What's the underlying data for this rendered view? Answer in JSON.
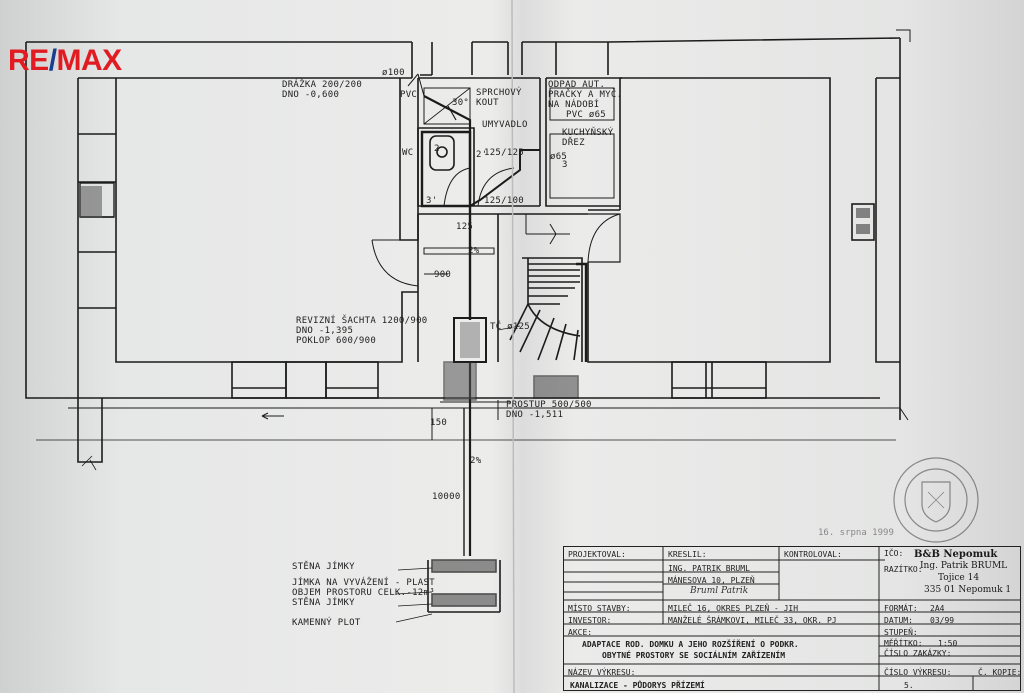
{
  "logo": {
    "re": "RE",
    "slash": "/",
    "max": "MAX"
  },
  "labels": {
    "drazka": "DRÁŽKA 200/200",
    "dno600": "DNO -0,600",
    "d100": "ø100",
    "pvc": "PVC",
    "deg30": "30°",
    "sprchovy": "SPRCHOVÝ",
    "kout": "KOUT",
    "umyvadlo": "UMYVADLO",
    "odpad1": "ODPAD AUT.",
    "odpad2": "PRAČKY A MYČ.",
    "odpad3": "NA NÁDOBÍ",
    "pvc65": "PVC ø65",
    "kuchynsky": "KUCHYŇSKÝ",
    "drez": "DŘEZ",
    "wc": "WC",
    "pipe125": "125/125",
    "pipe125b": "125/100",
    "n65": "ø65",
    "n3": "3",
    "n3b": "3'",
    "n2": "2",
    "n2b": "2'",
    "n125": "125",
    "n900": "900",
    "grade": "2%",
    "revizni": "REVIZNÍ ŠACHTA 1200/900",
    "dno1395": "DNO -1,395",
    "poklop": "POKLOP 600/900",
    "tc": "TČ ø125",
    "prostup": "PROSTUP 500/500",
    "dno1511": "DNO -1,511",
    "n150": "150",
    "n10000": "10000",
    "grade2": "2%",
    "stena1": "STĚNA JÍMKY",
    "jimka1": "JÍMKA NA VYVÁŽENÍ - PLAST",
    "jimka2": "OBJEM PROSTORU CELK.-12m³",
    "stena2": "STĚNA JÍMKY",
    "plot": "KAMENNÝ PLOT"
  },
  "title_block": {
    "projektoval": "PROJEKTOVAL:",
    "kreslil": "KRESLIL:",
    "kontroloval": "KONTROLOVAL:",
    "ico": "IČO:",
    "razitko": "RAZÍTKO:",
    "author1": "ING. PATRIK BRUML",
    "author2": "MÁNESOVA 10, PLZEŇ",
    "signature": "Bruml Patrik",
    "misto_lbl": "MÍSTO STAVBY:",
    "misto_val": "MILEČ 16, OKRES PLZEŇ - JIH",
    "investor_lbl": "INVESTOR:",
    "investor_val": "MANŽELÉ ŠRÁMKOVI, MILEČ 33, OKR. PJ",
    "format_lbl": "FORMÁT:",
    "format_val": "2A4",
    "datum_lbl": "DATUM:",
    "datum_val": "03/99",
    "akce_lbl": "AKCE:",
    "akce_val1": "ADAPTACE ROD. DOMKU A JEHO ROZŠÍŘENÍ O PODKR.",
    "akce_val2": "OBYTNÉ PROSTORY SE SOCIÁLNÍM ZAŘÍZENÍM",
    "stupen_lbl": "STUPEŇ:",
    "meritko_lbl": "MĚŘÍTKO:",
    "meritko_val": "1:50",
    "cislo_lbl": "ČÍSLO ZAKÁZKY:",
    "nazev_lbl": "NÁZEV VÝKRESU:",
    "nazev_val": "KANALIZACE - PŮDORYS PŘÍZEMÍ",
    "cislo_vykresu_lbl": "ČÍSLO VÝKRESU:",
    "kopie_lbl": "Č. KOPIE:",
    "cislo_vykresu_val": "5.",
    "stamp1": "B&B Nepomuk",
    "stamp2": "Ing. Patrik BRUML",
    "stamp3": "Tojice 14",
    "stamp4": "335 01 Nepomuk 1",
    "date_stamp": "16. srpna 1999"
  },
  "colors": {
    "re_red": "#e11b22",
    "max_blue": "#1a3d8f",
    "ink": "#1c1c1c"
  }
}
